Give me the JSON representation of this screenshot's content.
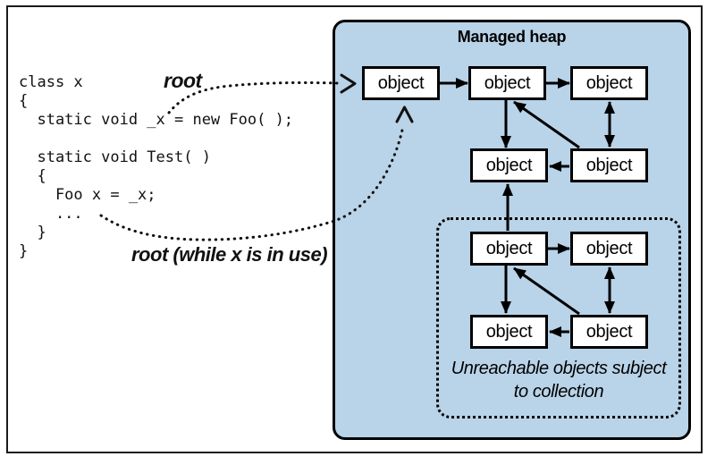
{
  "code_panel": {
    "code": "class x\n{\n  static void _x = new Foo( );\n\n  static void Test( )\n  {\n    Foo x = _x;\n    ...\n  }\n}"
  },
  "annotations": {
    "root_label": "root",
    "root_in_use_label": "root (while x is in use)"
  },
  "heap": {
    "title": "Managed heap",
    "object_label": "object",
    "object_count": 9,
    "unreachable": {
      "caption_line1": "Unreachable objects subject",
      "caption_line2": "to collection"
    }
  },
  "colors": {
    "heap_fill": "#b9d3e8",
    "box_fill": "#ffffff",
    "line": "#000000"
  }
}
